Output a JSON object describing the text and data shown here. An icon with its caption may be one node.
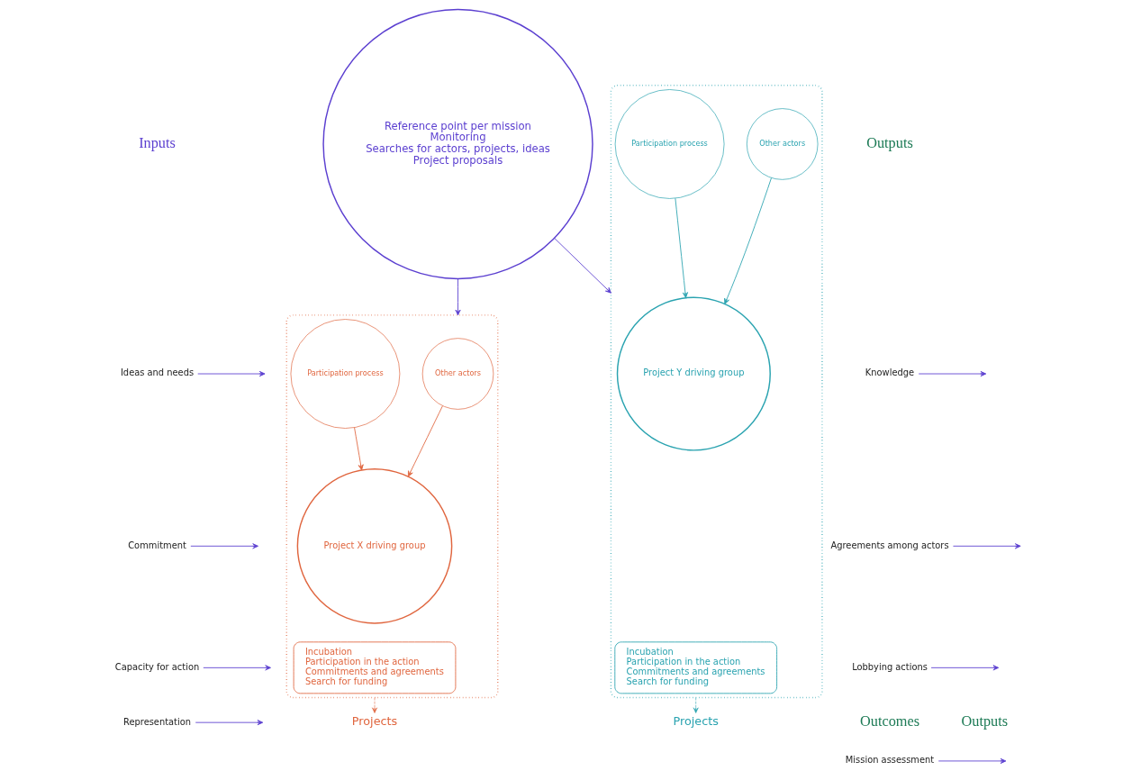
{
  "diagram": {
    "nodes": [
      {
        "text": [
          "Reference point per mission",
          "Monitoring",
          "Searches for actors, projects, ideas",
          "Project proposals"
        ]
      },
      {
        "text": [],
        "shape": "box"
      },
      {
        "text": [
          "Other actors"
        ],
        "in": 1
      },
      {
        "text": [
          "Participation process"
        ],
        "in": 1
      },
      {
        "text": [
          "Project X driving group"
        ],
        "in": 1
      },
      {
        "text": [
          "Incubation",
          "Participation in the action",
          "Commitments and agreements",
          "Search for funding"
        ],
        "in": 1
      },
      {
        "text": [],
        "shape": "box"
      },
      {
        "text": [
          "Project Y driving group"
        ],
        "in": 6
      },
      {
        "text": [
          "Other actors"
        ],
        "in": 6
      },
      {
        "text": [
          "Participation process"
        ],
        "in": 6
      },
      {
        "text": [
          "Incubation",
          "Participation in the action",
          "Commitments and agreements",
          "Search for funding"
        ],
        "in": 6
      },
      {
        "text": [
          "Projects"
        ]
      },
      {
        "text": [
          "Projects"
        ]
      },
      {
        "text": [
          "Ideas and needs"
        ]
      },
      {
        "text": [
          "Commitment"
        ]
      },
      {
        "text": [
          "Capacity for action"
        ]
      },
      {
        "text": [
          "Representation"
        ]
      },
      {
        "text": [
          "Knowledge"
        ]
      },
      {
        "text": [
          "Agreements among actors"
        ]
      },
      {
        "text": [
          "Lobbying actions"
        ]
      },
      {
        "text": [
          "Mission assessment"
        ]
      }
    ],
    "edges": [
      {
        "from": 0,
        "to": 1,
        "arrow": "to"
      },
      {
        "from": 0,
        "to": 6,
        "arrow": "to"
      },
      {
        "from": 2,
        "to": 4,
        "arrow": "to",
        "color": "#e0663f"
      },
      {
        "from": 3,
        "to": 4,
        "arrow": "to",
        "color": "#e0663f"
      },
      {
        "from": 8,
        "to": 7,
        "arrow": "to",
        "color": "#2aa3b0"
      },
      {
        "from": 9,
        "to": 7,
        "arrow": "to",
        "color": "#2aa3b0"
      },
      {
        "from": 1,
        "to": 11,
        "arrow": "to",
        "style": "dashed",
        "color": "#e0663f"
      },
      {
        "from": 6,
        "to": 12,
        "arrow": "to",
        "style": "dashed",
        "color": "#2aa3b0"
      },
      {
        "from": 13,
        "to": null,
        "arrow": "to"
      },
      {
        "from": 14,
        "to": null,
        "arrow": "to"
      },
      {
        "from": 15,
        "to": null,
        "arrow": "to"
      },
      {
        "from": 16,
        "to": null,
        "arrow": "to"
      },
      {
        "from": 17,
        "to": null,
        "arrow": "to"
      },
      {
        "from": 18,
        "to": null,
        "arrow": "to"
      },
      {
        "from": 19,
        "to": null,
        "arrow": "to"
      },
      {
        "from": 20,
        "to": null,
        "arrow": "to"
      }
    ],
    "labels": [
      "Inputs",
      "Outputs",
      "Outcomes",
      "Outputs"
    ]
  }
}
